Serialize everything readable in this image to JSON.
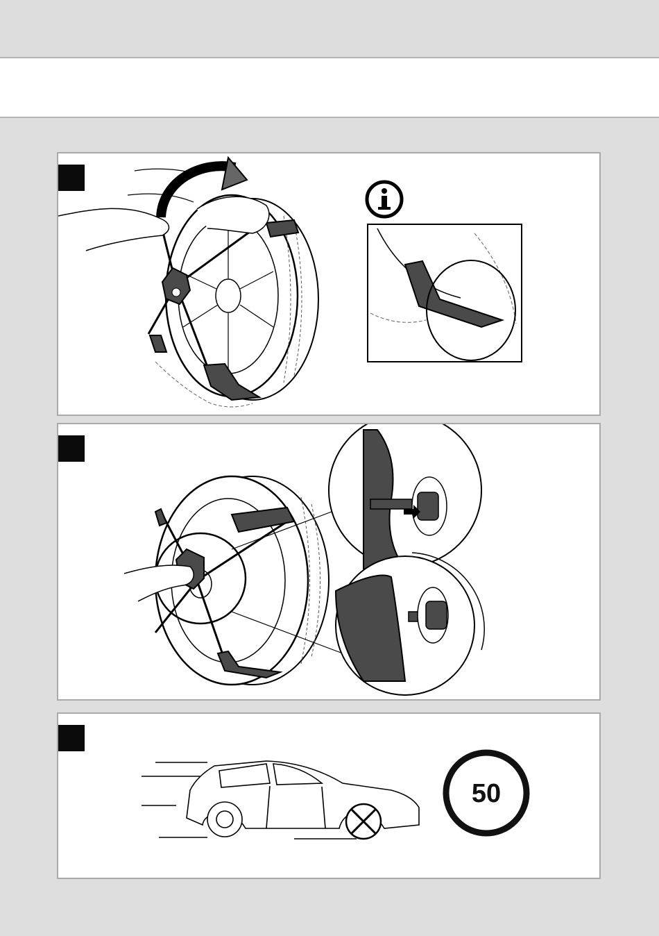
{
  "header": {
    "title": ""
  },
  "steps": [
    {
      "id": 1,
      "marker": ""
    },
    {
      "id": 2,
      "marker": ""
    },
    {
      "id": 3,
      "marker": ""
    }
  ],
  "info": {
    "icon": "info-icon"
  },
  "speed_limit": {
    "value": "50",
    "ring_color": "#111111"
  },
  "colors": {
    "background": "#dedede",
    "panel": "#ffffff",
    "panel_border": "#a9a9a9",
    "marker": "#0a0a0a",
    "rubber": "#4a4a4a"
  }
}
